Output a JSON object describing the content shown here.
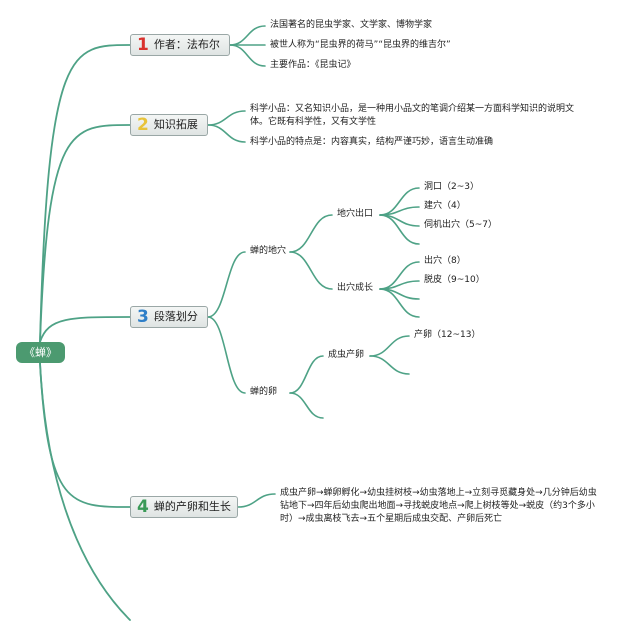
{
  "root": "《蝉》",
  "colors": {
    "root_bg": "#4c9a70",
    "branch_line": "#4ea286",
    "num_1": "#d9322e",
    "num_2": "#e8c33a",
    "num_3": "#2f7fc8",
    "num_4": "#3a9a57"
  },
  "branches": [
    {
      "num": "1",
      "label": "作者：法布尔",
      "items": [
        "法国著名的昆虫学家、文学家、博物学家",
        "被世人称为“昆虫界的荷马”“昆虫界的维吉尔”",
        "主要作品：《昆虫记》"
      ]
    },
    {
      "num": "2",
      "label": "知识拓展",
      "items": [
        "科学小品：又名知识小品，是一种用小品文的笔调介绍某一方面科学知识的说明文体。它既有科学性，又有文学性",
        "科学小品的特点是：内容真实，结构严谨巧妙，语言生动准确"
      ]
    },
    {
      "num": "3",
      "label": "段落划分",
      "groups": [
        {
          "label": "蝉的地穴",
          "subgroups": [
            {
              "label": "地穴出口",
              "items": [
                "洞口（2~3）",
                "建穴（4）",
                "伺机出穴（5~7）"
              ]
            },
            {
              "label": "出穴成长",
              "items": [
                "出穴（8）",
                "脱皮（9~10）"
              ]
            }
          ]
        },
        {
          "label": "蝉的卵",
          "subgroups": [
            {
              "label": "成虫产卵",
              "items": [
                "产卵（12~13）"
              ]
            }
          ]
        }
      ]
    },
    {
      "num": "4",
      "label": "蝉的产卵和生长",
      "text": "成虫产卵→蝉卵孵化→幼虫挂树枝→幼虫落地上→立刻寻觅藏身处→几分钟后幼虫钻地下→四年后幼虫爬出地面→寻找蜕皮地点→爬上树枝等处→蜕皮（约3个多小时）→成虫离枝飞去→五个星期后成虫交配、产卵后死亡"
    }
  ]
}
